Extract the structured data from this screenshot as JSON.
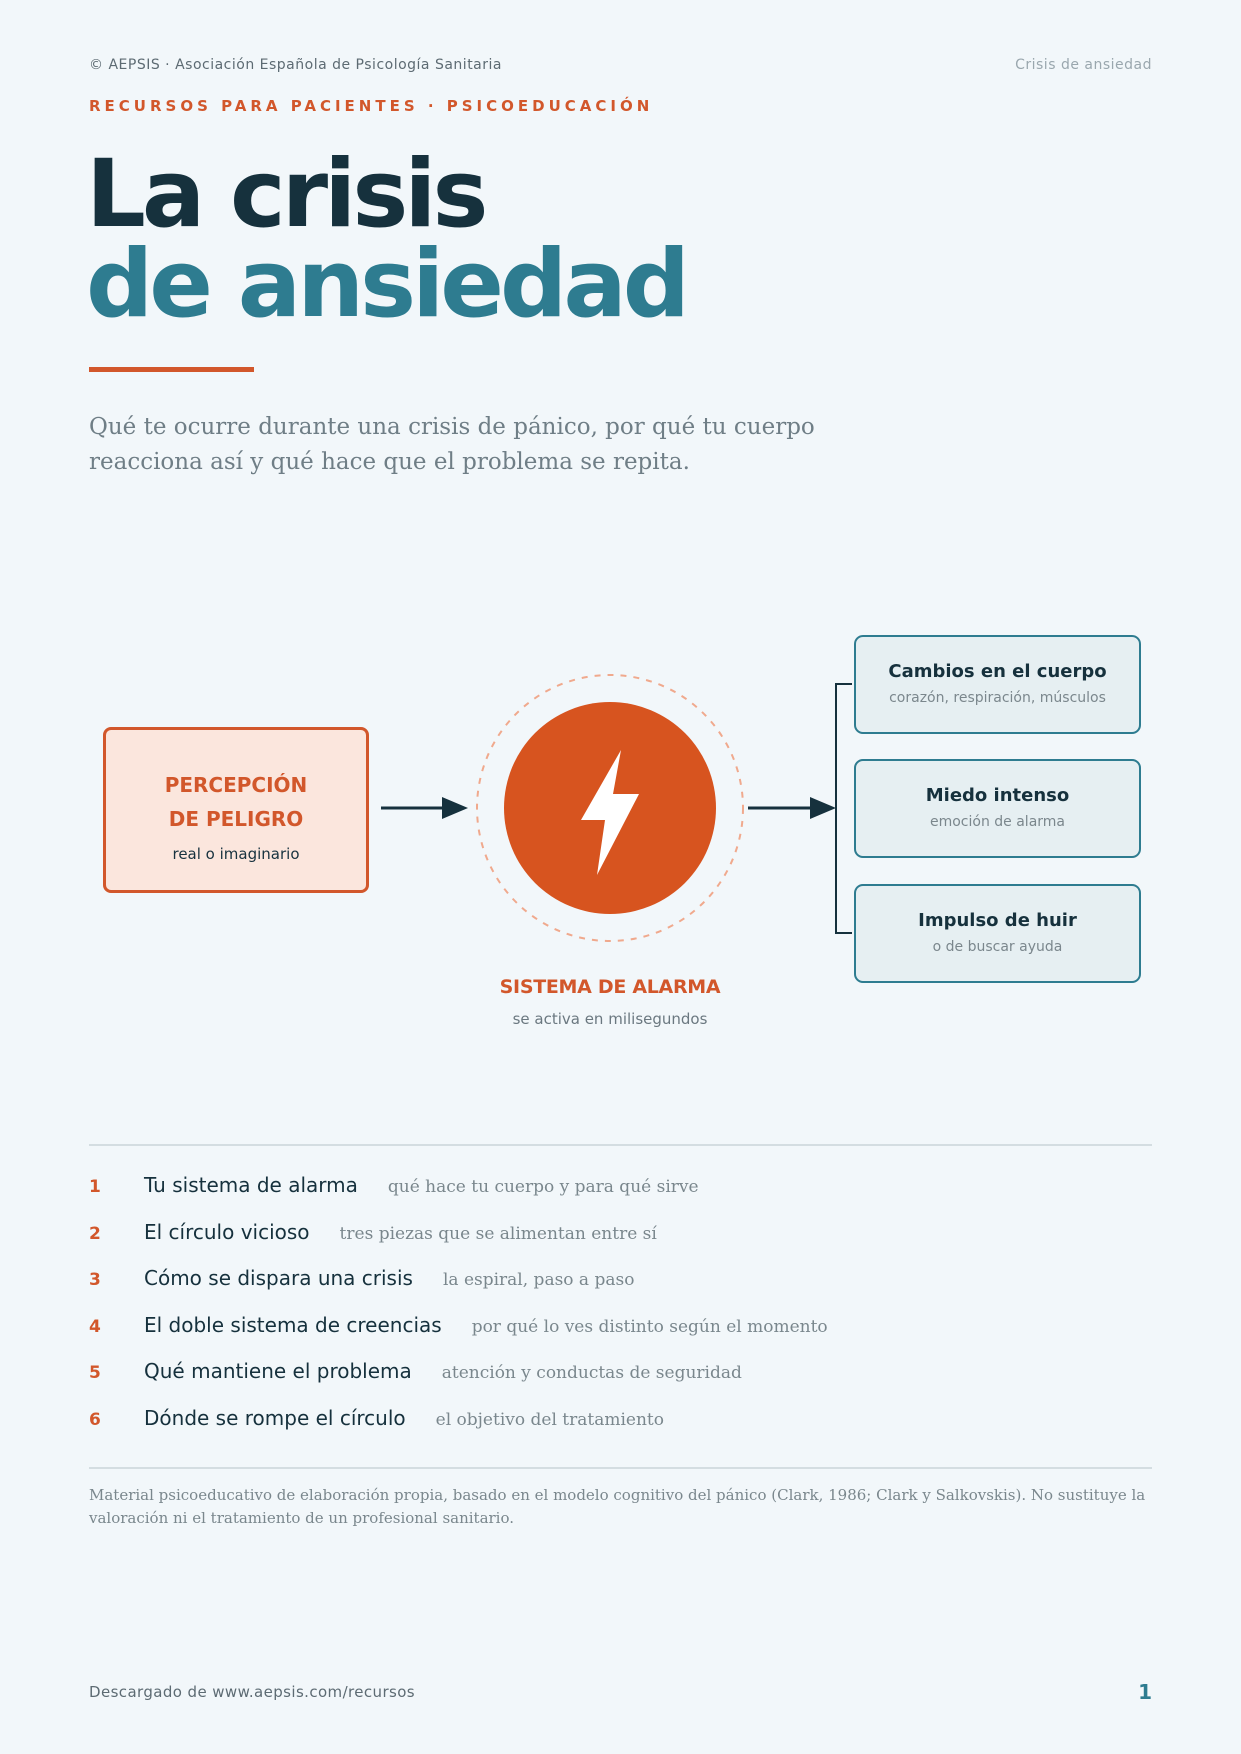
{
  "header": {
    "org": "© AEPSIS · Asociación Española de Psicología Sanitaria",
    "doc_label": "Crisis de ansiedad"
  },
  "eyebrow": "RECURSOS PARA PACIENTES · PSICOEDUCACIÓN",
  "title": {
    "line1": "La crisis",
    "line2": "de ansiedad"
  },
  "lede": "Qué te ocurre durante una crisis de pánico, por qué tu cuerpo reacciona así y qué hace que el problema se repita.",
  "diagram": {
    "trigger": {
      "line1": "PERCEPCIÓN",
      "line2": "DE PELIGRO",
      "sub": "real o imaginario"
    },
    "alarm": {
      "icon": "lightning-bolt-icon",
      "title": "SISTEMA DE ALARMA",
      "sub": "se activa en milisegundos"
    },
    "effects": [
      {
        "title": "Cambios en el cuerpo",
        "sub": "corazón, respiración, músculos"
      },
      {
        "title": "Miedo intenso",
        "sub": "emoción de alarma"
      },
      {
        "title": "Impulso de huir",
        "sub": "o de buscar ayuda"
      }
    ]
  },
  "toc": [
    {
      "num": "1",
      "title": "Tu sistema de alarma",
      "desc": "qué hace tu cuerpo y para qué sirve"
    },
    {
      "num": "2",
      "title": "El círculo vicioso",
      "desc": "tres piezas que se alimentan entre sí"
    },
    {
      "num": "3",
      "title": "Cómo se dispara una crisis",
      "desc": "la espiral, paso a paso"
    },
    {
      "num": "4",
      "title": "El doble sistema de creencias",
      "desc": "por qué lo ves distinto según el momento"
    },
    {
      "num": "5",
      "title": "Qué mantiene el problema",
      "desc": "atención y conductas de seguridad"
    },
    {
      "num": "6",
      "title": "Dónde se rompe el círculo",
      "desc": "el objetivo del tratamiento"
    }
  ],
  "footnote": "Material psicoeducativo de elaboración propia, basado en el modelo cognitivo del pánico (Clark, 1986; Clark y Salkovskis). No sustituye la valoración ni el tratamiento de un profesional sanitario.",
  "footer": {
    "source": "Descargado de www.aepsis.com/recursos",
    "page": "1"
  },
  "colors": {
    "accent": "#d2572b",
    "teal": "#2e7c90",
    "navy": "#16313d",
    "background": "#f2f7fa"
  }
}
